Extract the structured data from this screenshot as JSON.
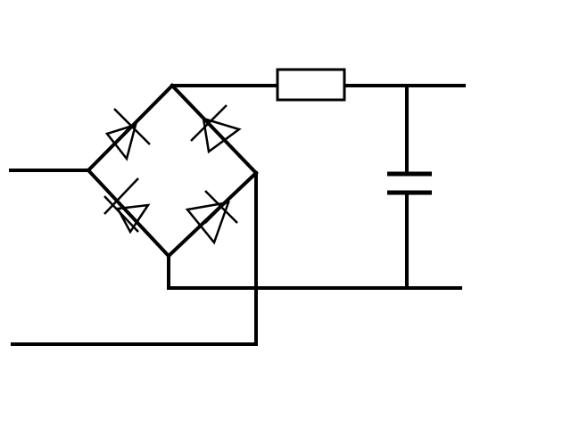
{
  "diagram": {
    "type": "circuit-schematic",
    "components": [
      {
        "kind": "diode",
        "role": "bridge-diode-top-left"
      },
      {
        "kind": "diode",
        "role": "bridge-diode-top-right"
      },
      {
        "kind": "diode",
        "role": "bridge-diode-bottom-left"
      },
      {
        "kind": "diode",
        "role": "bridge-diode-bottom-right"
      },
      {
        "kind": "resistor",
        "role": "series-resistor"
      },
      {
        "kind": "capacitor",
        "role": "filter-capacitor"
      }
    ],
    "colors": {
      "background": "#ffffff",
      "stroke": "#000000"
    }
  }
}
